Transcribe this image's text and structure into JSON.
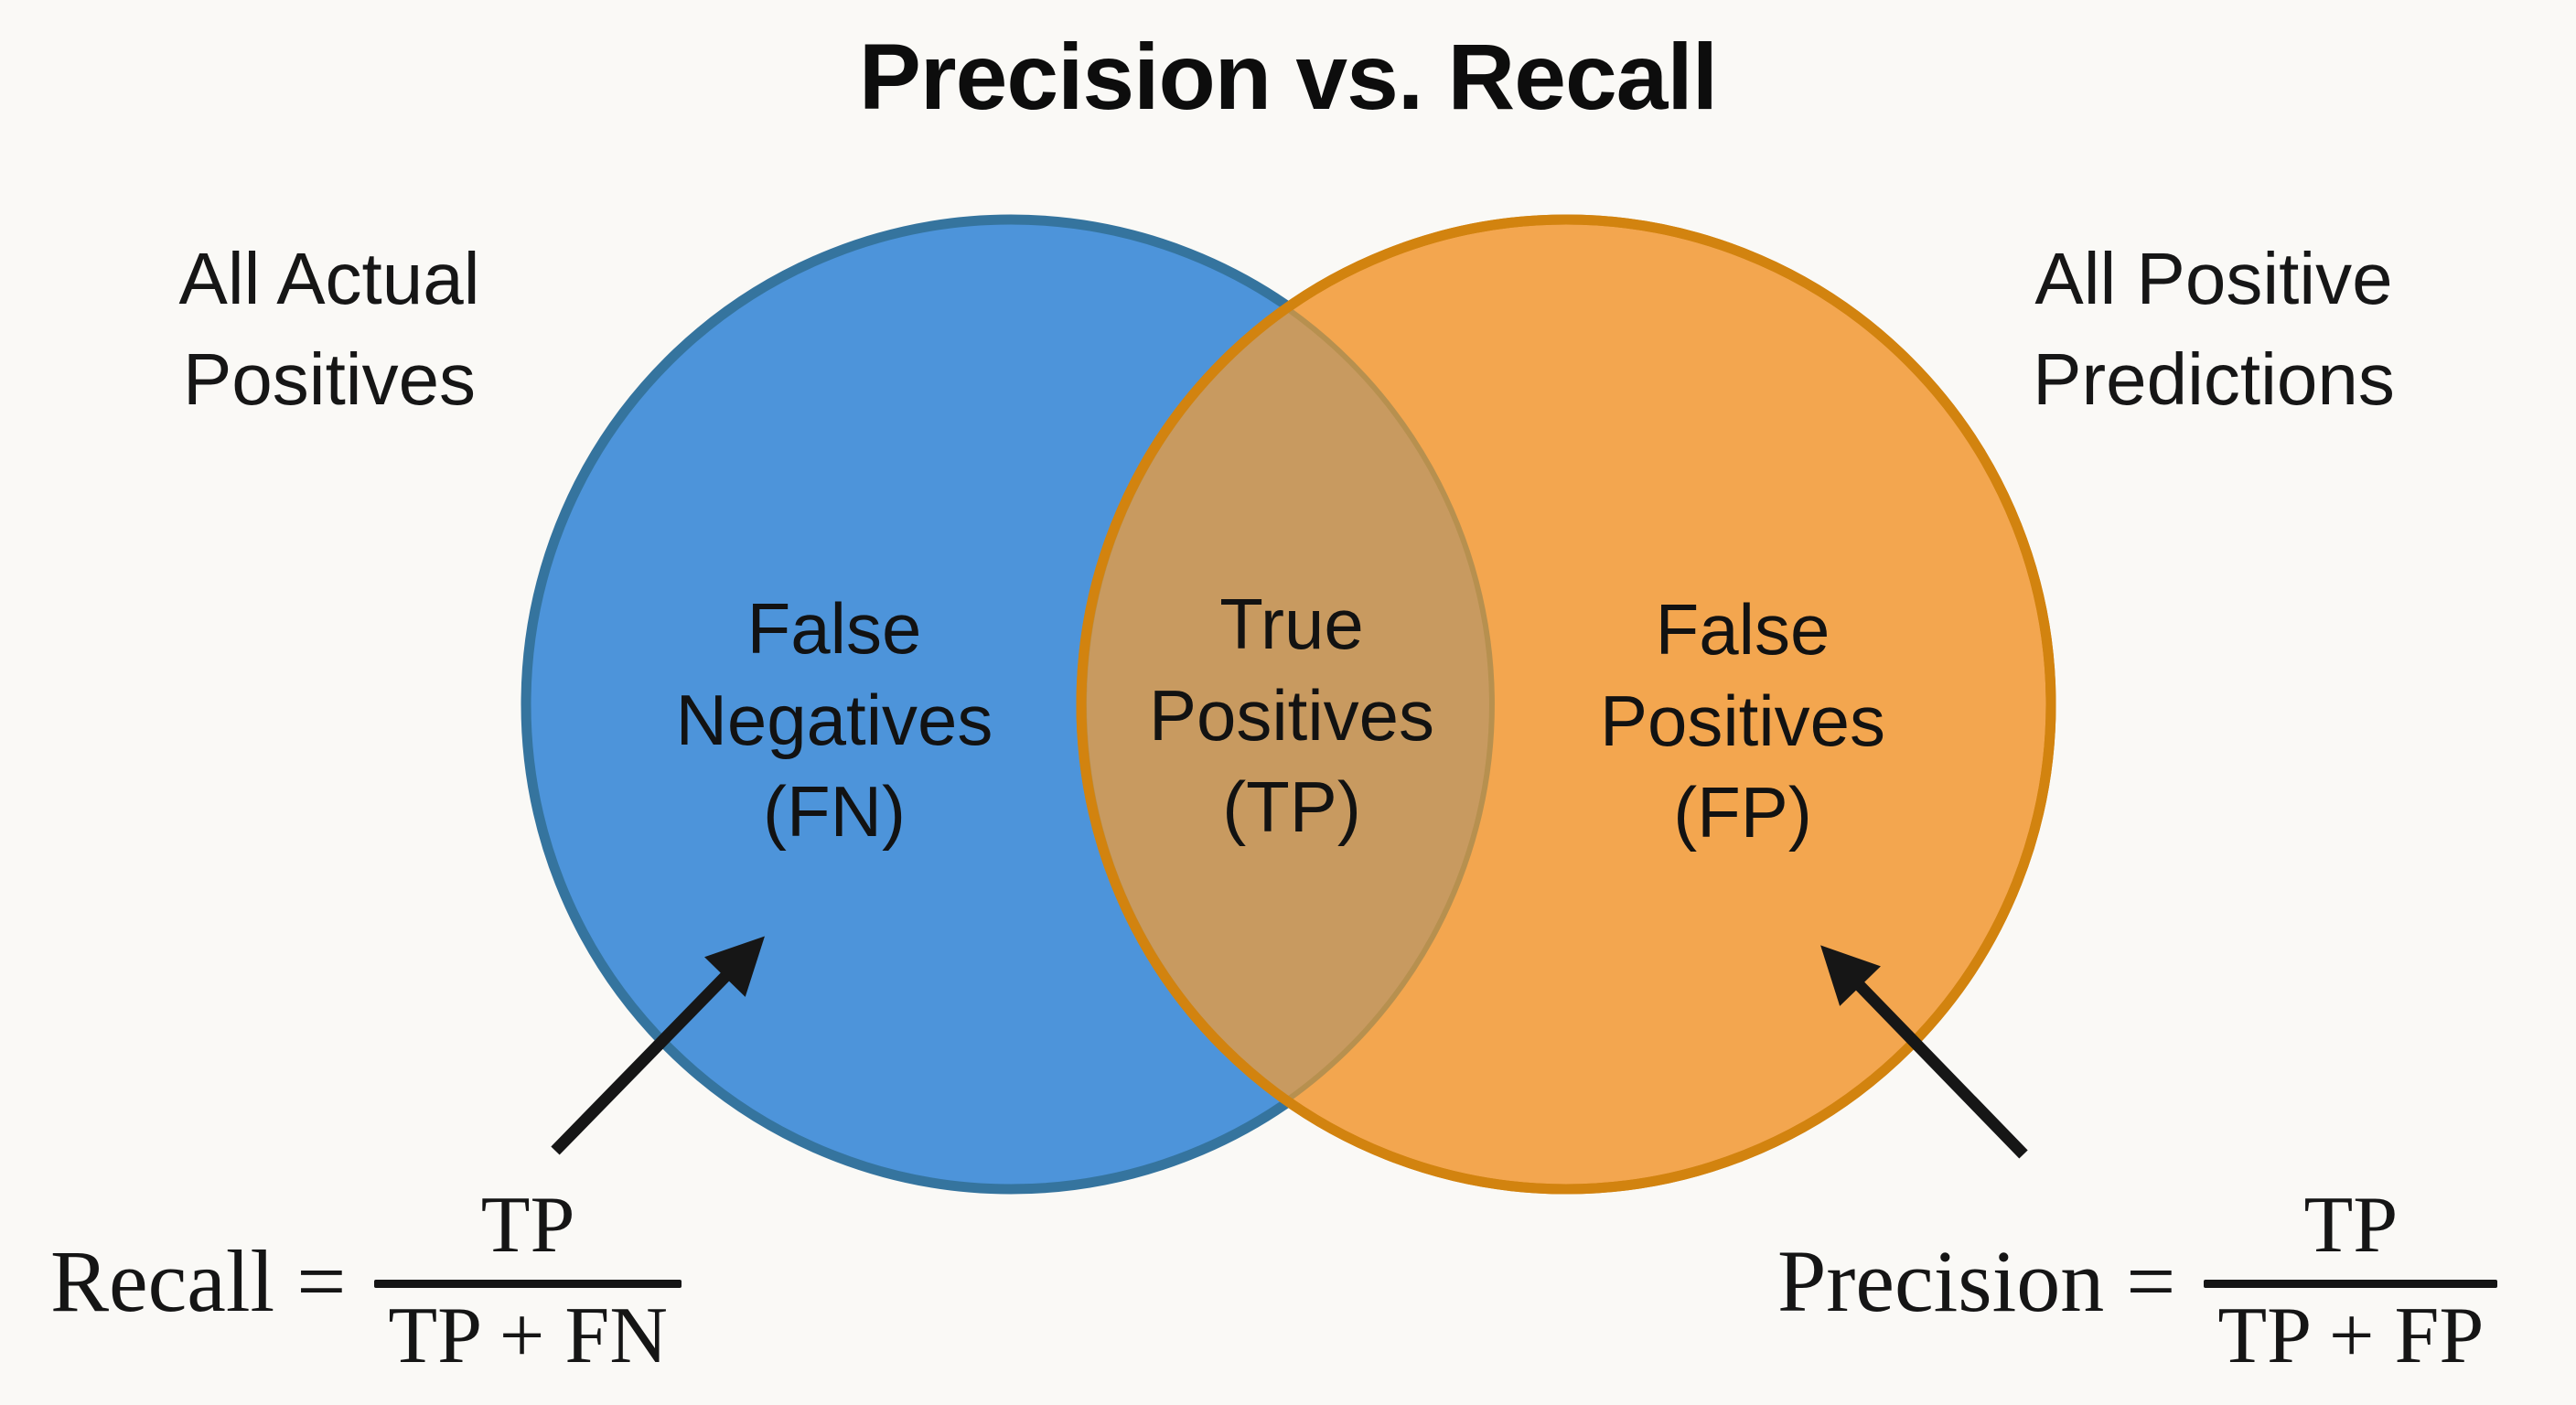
{
  "title": "Precision vs. Recall",
  "colors": {
    "background": "#FAF9F6",
    "blue_fill": "#4D94DA",
    "blue_stroke": "#35749E",
    "orange_fill": "#F3A64F",
    "orange_stroke": "#D2830F",
    "overlap_fill": "#C89A60",
    "overlap_stroke": "#B7904F",
    "arrow": "#161616",
    "text": "#121212"
  },
  "venn": {
    "left_outside_label": "All Actual\nPositives",
    "right_outside_label": "All Positive\nPredictions",
    "left_region_label": "False\nNegatives\n(FN)",
    "overlap_region_label": "True\nPositives\n(TP)",
    "right_region_label": "False\nPositives\n(FP)"
  },
  "formulas": {
    "recall": {
      "lhs": "Recall =",
      "numerator": "TP",
      "denominator": "TP + FN"
    },
    "precision": {
      "lhs": "Precision =",
      "numerator": "TP",
      "denominator": "TP + FP"
    }
  }
}
